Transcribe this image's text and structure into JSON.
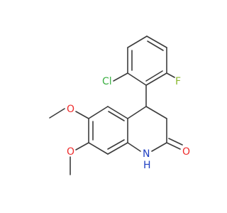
{
  "molecule": {
    "atoms": {
      "cl": {
        "text": "Cl",
        "color": "#3cb043"
      },
      "f": {
        "text": "F",
        "color": "#8ab82f"
      },
      "o_methoxy_1": {
        "text": "O",
        "color": "#ee2c2c"
      },
      "o_methoxy_2": {
        "text": "O",
        "color": "#ee2c2c"
      },
      "o_carbonyl": {
        "text": "O",
        "color": "#ee2c2c"
      },
      "nh": {
        "text": "N\nH",
        "n_text": "N",
        "h_text": "H",
        "color": "#1f3fc2"
      }
    },
    "bond_color": "#3c3c3c"
  }
}
